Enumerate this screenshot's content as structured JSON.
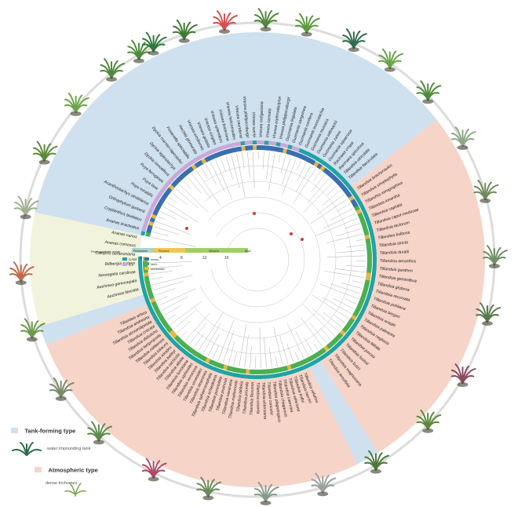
{
  "scale_bar": {
    "epochs": [
      "Pleistocene",
      "Pliocene",
      "Miocene"
    ],
    "ticks": [
      "0",
      "4",
      "8",
      "12",
      "16"
    ],
    "unit": "Mya"
  },
  "inner_legend": {
    "photosynthesis_label": "Photosynthetic mode",
    "photosynthesis": [
      {
        "label": "CAM",
        "color": "#1fa3a6"
      },
      {
        "label": "C3",
        "color": "#c9a8d8"
      }
    ],
    "habitat": [
      {
        "label": "mesic",
        "color": "#3a6fb0"
      },
      {
        "label": "xeric",
        "color": "#4caf50"
      },
      {
        "label": "semiaridic",
        "color": "#e0b84a"
      }
    ]
  },
  "legend": {
    "tank_title": "Tank-forming type",
    "tank_sub": "water impounding tank",
    "atmos_title": "Atmospheric type",
    "atmos_sub": "dense trichomes"
  },
  "colors": {
    "tank_sector": "#cfe0ee",
    "atmos_sector": "#f7d4c8",
    "other_sector": "#f2f3dc",
    "ring": "#dcdcdc"
  },
  "taxa": {
    "upper_tank": [
      "Vriesea ensiformis",
      "Vriesea guttata",
      "Vriesea simplex",
      "Vriesea splendens",
      "Vriesea fosteriana",
      "Vriesea heliconioides",
      "Vriesea saundersii",
      "Vriesea phillipocoburgii",
      "Vriesea sucrei",
      "Vriesea rodigasiana",
      "Vriesea carinata",
      "Vriesea erythrodactylon",
      "Vriesea philippocoburgii",
      "Guzmania lingulata",
      "Guzmania sanguinea",
      "Guzmania conifera",
      "Guzmania monostachia",
      "Guzmania musaica",
      "Guzmania wittmackii",
      "Guzmania zahnii",
      "Guzmania squarrosa",
      "Racinaea crispa",
      "Racinaea spiculosa",
      "Tillandsia utriculata",
      "Tillandsia fasciculata"
    ],
    "left_other": [
      "Aechmea fasciata",
      "Aechmea gamosepala",
      "Neoregelia carolinae",
      "Billbergia nutans",
      "Catopsis berteroniana",
      "Ananas comosus",
      "Ananas nanus",
      "Ananas bracteatus",
      "Cryptanthus bivittatus",
      "Orthophytum gurkenii",
      "Acanthostachys strobilacea",
      "Puya mirabilis",
      "Puya laxa",
      "Puya ferruginea",
      "Dyckia remotiflora",
      "Dyckia leptostachya",
      "Dyckia marnier-lapostollei",
      "Fosterella spectabilis",
      "Hechtia glomerata"
    ],
    "right_atmos": [
      "Tillandsia brachycaulos",
      "Tillandsia streptophylla",
      "Tillandsia xerographica",
      "Tillandsia ionantha",
      "Tillandsia capitata",
      "Tillandsia caput-medusae",
      "Tillandsia tectorum",
      "Tillandsia bulbosa",
      "Tillandsia stricta",
      "Tillandsia duratii",
      "Tillandsia aeranthos",
      "Tillandsia gardneri",
      "Tillandsia geminiflora",
      "Tillandsia globosa",
      "Tillandsia recurvata",
      "Tillandsia pohliana",
      "Tillandsia bergeri",
      "Tillandsia araujei",
      "Tillandsia paleacea",
      "Tillandsia neglecta",
      "Tillandsia filifolia",
      "Tillandsia juncea",
      "Tillandsia fuchsii",
      "Tillandsia butzii",
      "Tillandsia magnusiana",
      "Tillandsia tenuifolia"
    ],
    "lower_atmos": [
      "Tillandsia velutina",
      "Tillandsia harrisii",
      "Tillandsia kolbii",
      "Tillandsia seleriana",
      "Tillandsia caerulea",
      "Tillandsia chiapensis",
      "Tillandsia plagiotropica",
      "Tillandsia concolor",
      "Tillandsia ehlersiana",
      "Tillandsia exserta",
      "Tillandsia flexuosa",
      "Tillandsia jucunda",
      "Tillandsia latifolia",
      "Tillandsia mallemontii",
      "Tillandsia oaxacana",
      "Tillandsia pruinosa",
      "Tillandsia punctulata",
      "Tillandsia schiedeana",
      "Tillandsia sphaerocephala",
      "Tillandsia straminea",
      "Tillandsia usneoides",
      "Tillandsia vernicosa",
      "Tillandsia xiphioides",
      "Tillandsia funckiana",
      "Tillandsia albida",
      "Tillandsia cacticola",
      "Tillandsia baileyi",
      "Tillandsia ixioides",
      "Tillandsia loliacea",
      "Tillandsia mitlaensis",
      "Tillandsia lampropoda",
      "Tillandsia didisticha",
      "Tillandsia crocata",
      "Tillandsia atroviridipetala",
      "Tillandsia andreana",
      "Tillandsia arhiza"
    ]
  }
}
